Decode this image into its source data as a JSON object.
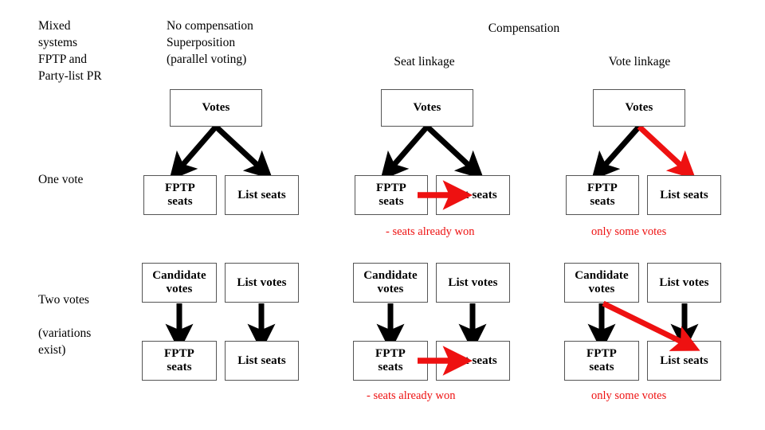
{
  "page": {
    "background": "#ffffff",
    "black": "#000000",
    "red": "#ee1111",
    "box_border": "#555555"
  },
  "left_labels": {
    "title": "Mixed\nsystems\nFPTP and\nParty-list PR",
    "row_one": "One vote",
    "row_two": "Two votes",
    "row_two_sub": "(variations\nexist)"
  },
  "headers": {
    "no_compensation": "No compensation\nSuperposition\n(parallel voting)",
    "compensation": "Compensation",
    "seat_linkage": "Seat linkage",
    "vote_linkage": "Vote linkage"
  },
  "boxes": {
    "votes": "Votes",
    "fptp_seats": "FPTP\nseats",
    "list_seats": "List seats",
    "candidate_votes": "Candidate\nvotes",
    "list_votes": "List votes"
  },
  "notes": {
    "seats_already_won": "- seats already won",
    "only_some_votes": "only some votes"
  },
  "columns": [
    {
      "id": "no-compensation",
      "header": "No compensation\nSuperposition\n(parallel voting)",
      "one_vote": {
        "source": "Votes",
        "targets": [
          "FPTP\nseats",
          "List seats"
        ],
        "arrows": [
          {
            "from": "Votes",
            "to": "FPTP seats",
            "color": "#000000"
          },
          {
            "from": "Votes",
            "to": "List seats",
            "color": "#000000"
          }
        ],
        "note": ""
      },
      "two_votes": {
        "sources": [
          "Candidate\nvotes",
          "List votes"
        ],
        "targets": [
          "FPTP\nseats",
          "List seats"
        ],
        "arrows": [
          {
            "from": "Candidate votes",
            "to": "FPTP seats",
            "color": "#000000"
          },
          {
            "from": "List votes",
            "to": "List seats",
            "color": "#000000"
          }
        ],
        "note": ""
      }
    },
    {
      "id": "seat-linkage",
      "header": "Seat linkage",
      "one_vote": {
        "source": "Votes",
        "targets": [
          "FPTP\nseats",
          "List seats"
        ],
        "arrows": [
          {
            "from": "Votes",
            "to": "FPTP seats",
            "color": "#000000"
          },
          {
            "from": "Votes",
            "to": "List seats",
            "color": "#000000"
          },
          {
            "from": "FPTP seats",
            "to": "List seats",
            "color": "#ee1111"
          }
        ],
        "note": "- seats already won"
      },
      "two_votes": {
        "sources": [
          "Candidate\nvotes",
          "List votes"
        ],
        "targets": [
          "FPTP\nseats",
          "List seats"
        ],
        "arrows": [
          {
            "from": "Candidate votes",
            "to": "FPTP seats",
            "color": "#000000"
          },
          {
            "from": "List votes",
            "to": "List seats",
            "color": "#000000"
          },
          {
            "from": "FPTP seats",
            "to": "List seats",
            "color": "#ee1111"
          }
        ],
        "note": "- seats already won"
      }
    },
    {
      "id": "vote-linkage",
      "header": "Vote linkage",
      "one_vote": {
        "source": "Votes",
        "targets": [
          "FPTP\nseats",
          "List seats"
        ],
        "arrows": [
          {
            "from": "Votes",
            "to": "FPTP seats",
            "color": "#000000"
          },
          {
            "from": "Votes",
            "to": "List seats",
            "color": "#ee1111"
          }
        ],
        "note": "only some votes"
      },
      "two_votes": {
        "sources": [
          "Candidate\nvotes",
          "List votes"
        ],
        "targets": [
          "FPTP\nseats",
          "List seats"
        ],
        "arrows": [
          {
            "from": "Candidate votes",
            "to": "FPTP seats",
            "color": "#000000"
          },
          {
            "from": "List votes",
            "to": "List seats",
            "color": "#000000"
          },
          {
            "from": "Candidate votes",
            "to": "List seats",
            "color": "#ee1111"
          }
        ],
        "note": "only some votes"
      }
    }
  ]
}
